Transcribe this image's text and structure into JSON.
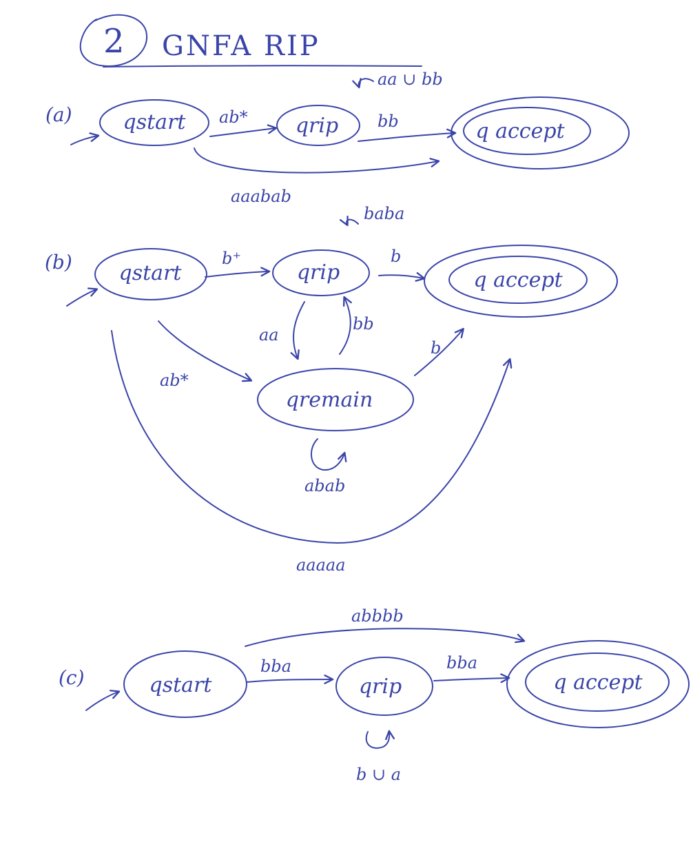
{
  "title": {
    "number": "2",
    "text": "GNFA RIP"
  },
  "colors": {
    "ink": "#3a44a8",
    "paper": "#ffffff"
  },
  "parts": [
    {
      "label": "(a)",
      "states": {
        "start": "qstart",
        "rip": "qrip",
        "accept": "q accept"
      },
      "edges": {
        "start_rip": "ab*",
        "rip_loop": "aa ∪ bb",
        "rip_accept": "bb",
        "start_accept": "aaabab"
      }
    },
    {
      "label": "(b)",
      "states": {
        "start": "qstart",
        "rip": "qrip",
        "accept": "q accept",
        "remain": "qremain"
      },
      "edges": {
        "start_rip": "b⁺",
        "rip_loop": "baba",
        "rip_accept": "b",
        "rip_remain": "aa",
        "remain_rip": "bb",
        "start_remain": "ab*",
        "remain_accept": "b",
        "remain_loop": "abab",
        "start_accept": "aaaaa"
      }
    },
    {
      "label": "(c)",
      "states": {
        "start": "qstart",
        "rip": "qrip",
        "accept": "q accept"
      },
      "edges": {
        "start_accept": "abbbb",
        "start_rip": "bba",
        "rip_accept": "bba",
        "rip_loop": "b ∪ a"
      }
    }
  ]
}
